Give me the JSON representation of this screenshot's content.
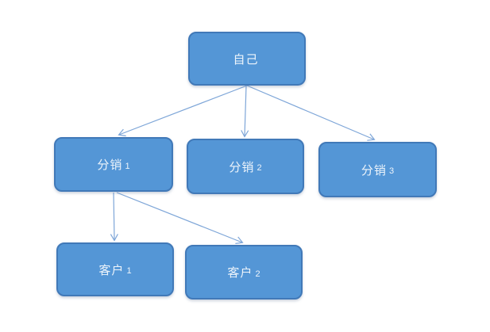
{
  "diagram": {
    "type": "org-hierarchy",
    "background": "#ffffff",
    "colors": {
      "node_fill": "#5496d6",
      "node_border": "#4179b8",
      "node_text": "#edf4fb",
      "connector": "#7ea6d8"
    },
    "nodes": {
      "self": {
        "label": "自己",
        "num": ""
      },
      "dist1": {
        "label": "分销",
        "num": "1"
      },
      "dist2": {
        "label": "分销",
        "num": "2"
      },
      "dist3": {
        "label": "分销",
        "num": "3"
      },
      "cust1": {
        "label": "客户",
        "num": "1"
      },
      "cust2": {
        "label": "客户",
        "num": "2"
      }
    },
    "edges": [
      {
        "from": "self",
        "to": "dist1"
      },
      {
        "from": "self",
        "to": "dist2"
      },
      {
        "from": "self",
        "to": "dist3"
      },
      {
        "from": "dist1",
        "to": "cust1"
      },
      {
        "from": "dist1",
        "to": "cust2"
      }
    ]
  }
}
